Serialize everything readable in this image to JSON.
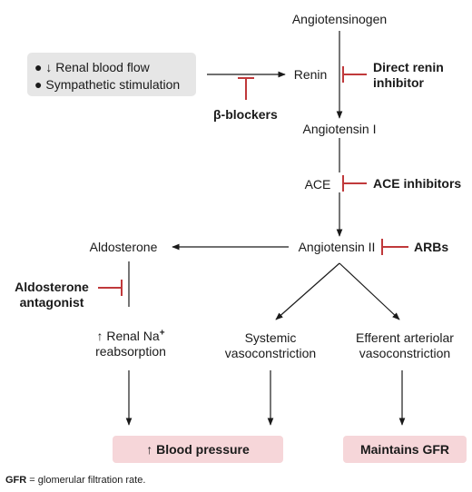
{
  "stimuli": {
    "item1": "↓ Renal blood flow",
    "item2": "Sympathetic stimulation"
  },
  "nodes": {
    "angiotensinogen": "Angiotensinogen",
    "renin": "Renin",
    "angiotensin_i": "Angiotensin I",
    "ace": "ACE",
    "angiotensin_ii": "Angiotensin II",
    "aldosterone": "Aldosterone",
    "renal_na_line1": "Renal Na",
    "renal_na_sup": "+",
    "renal_na_line2": "reabsorption",
    "systemic_line1": "Systemic",
    "systemic_line2": "vasoconstriction",
    "efferent_line1": "Efferent arteriolar",
    "efferent_line2": "vasoconstriction"
  },
  "drugs": {
    "beta_blockers": "β-blockers",
    "direct_renin_line1": "Direct renin",
    "direct_renin_line2": "inhibitor",
    "ace_inhibitors": "ACE inhibitors",
    "arbs": "ARBs",
    "aldosterone_antagonist_line1": "Aldosterone",
    "aldosterone_antagonist_line2": "antagonist"
  },
  "outcomes": {
    "blood_pressure": "Blood pressure",
    "maintains_gfr": "Maintains GFR"
  },
  "footnote": {
    "abbr": "GFR",
    "definition": " = glomerular filtration rate."
  },
  "colors": {
    "inhibitor": "#c0393b",
    "outcome_fill": "#f6d6d9",
    "stimulus_fill": "#e6e6e6"
  }
}
